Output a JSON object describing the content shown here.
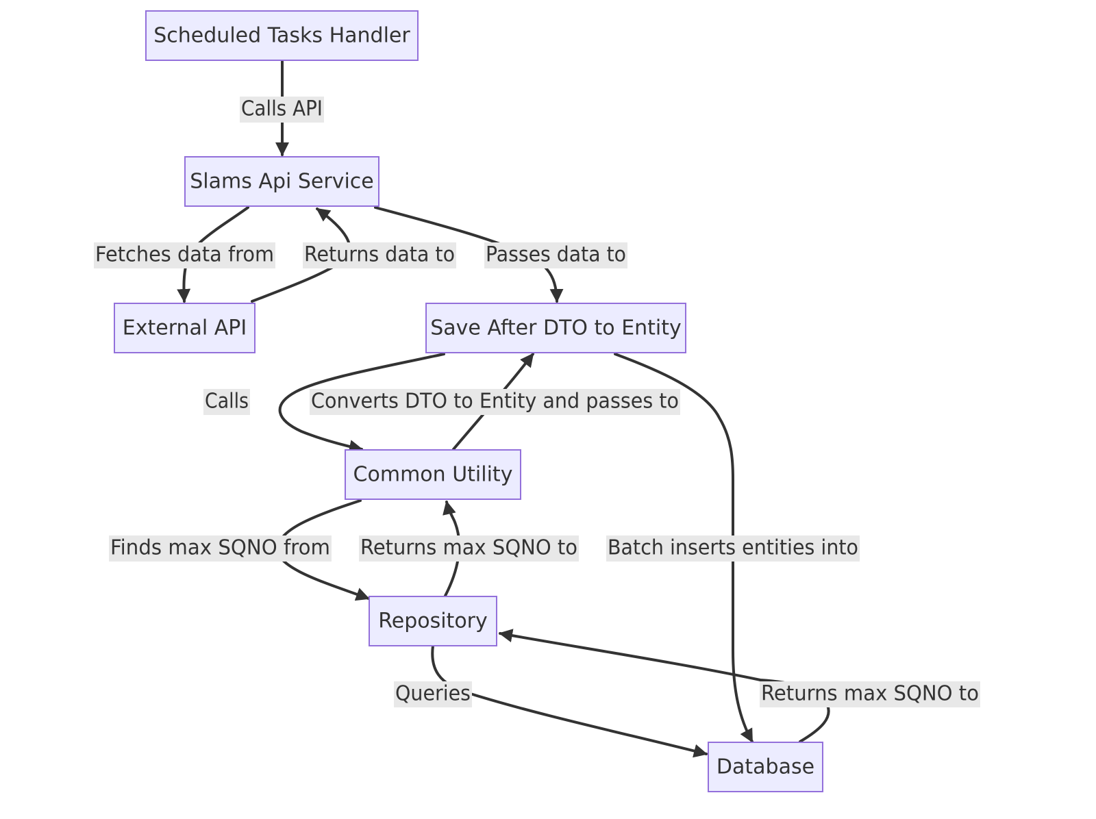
{
  "diagram": {
    "type": "flowchart",
    "direction": "top-down",
    "colors": {
      "node_fill": "#ececff",
      "node_stroke": "#9370db",
      "edge": "#333333",
      "label_background": "#e8e8e8",
      "text": "#333333"
    },
    "nodes": [
      {
        "id": "scheduler",
        "label": "Scheduled Tasks Handler"
      },
      {
        "id": "slams",
        "label": "Slams Api Service"
      },
      {
        "id": "external",
        "label": "External API"
      },
      {
        "id": "save",
        "label": "Save After DTO to Entity"
      },
      {
        "id": "common",
        "label": "Common Utility"
      },
      {
        "id": "repository",
        "label": "Repository"
      },
      {
        "id": "database",
        "label": "Database"
      }
    ],
    "edges": [
      {
        "id": "e1",
        "from": "scheduler",
        "to": "slams",
        "label": "Calls API"
      },
      {
        "id": "e2",
        "from": "slams",
        "to": "external",
        "label": "Fetches data from"
      },
      {
        "id": "e3",
        "from": "external",
        "to": "slams",
        "label": "Returns data to"
      },
      {
        "id": "e4",
        "from": "slams",
        "to": "save",
        "label": "Passes data to"
      },
      {
        "id": "e5",
        "from": "save",
        "to": "common",
        "label": "Calls"
      },
      {
        "id": "e6",
        "from": "common",
        "to": "save",
        "label": "Converts DTO to Entity and passes to"
      },
      {
        "id": "e7",
        "from": "common",
        "to": "repository",
        "label": "Finds max SQNO from"
      },
      {
        "id": "e8",
        "from": "repository",
        "to": "common",
        "label": "Returns max SQNO to"
      },
      {
        "id": "e9",
        "from": "save",
        "to": "database",
        "label": "Batch inserts entities into"
      },
      {
        "id": "e10",
        "from": "repository",
        "to": "database",
        "label": "Queries"
      },
      {
        "id": "e11",
        "from": "database",
        "to": "repository",
        "label": "Returns max SQNO to"
      }
    ]
  }
}
